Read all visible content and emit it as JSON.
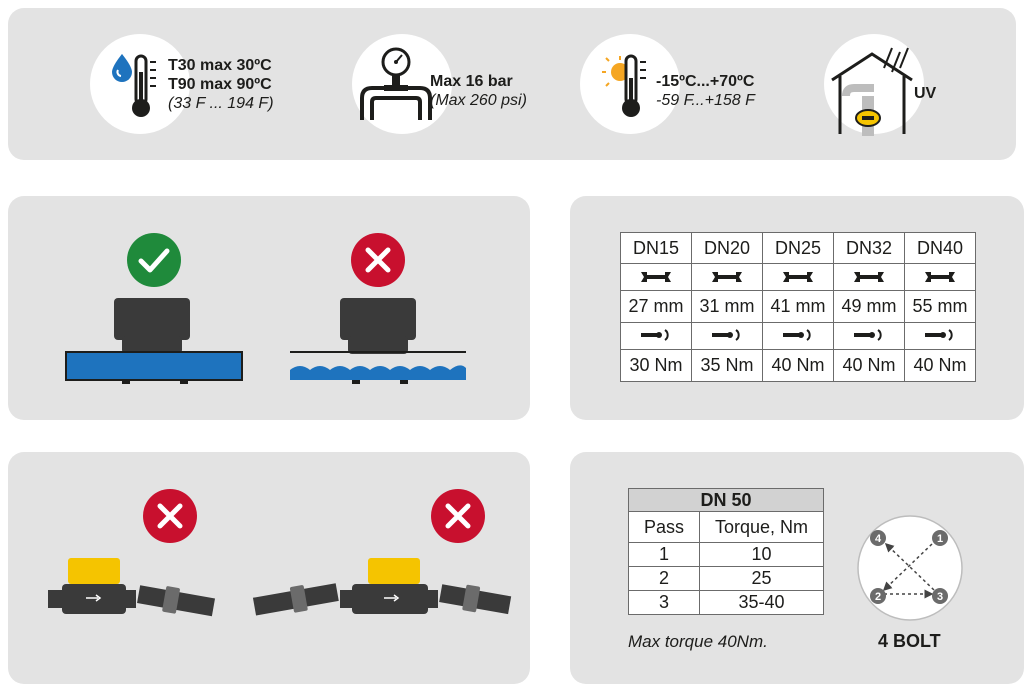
{
  "specs": {
    "temperature": {
      "line1": "T30 max 30ºC",
      "line2": "T90 max 90ºC",
      "line3": "(33 F ... 194 F)"
    },
    "pressure": {
      "line1": "Max 16 bar",
      "line2": "(Max 260 psi)"
    },
    "ambient": {
      "line1": "-15ºC...+70ºC",
      "line2": "-59 F...+158 F"
    },
    "uv": {
      "label": "UV"
    }
  },
  "size_table": {
    "headers": [
      "DN15",
      "DN20",
      "DN25",
      "DN32",
      "DN40"
    ],
    "wrench_sizes": [
      "27 mm",
      "31 mm",
      "41 mm",
      "49 mm",
      "55 mm"
    ],
    "torques": [
      "30 Nm",
      "35 Nm",
      "40 Nm",
      "40 Nm",
      "40 Nm"
    ]
  },
  "dn50_table": {
    "title": "DN 50",
    "col_pass": "Pass",
    "col_torque": "Torque, Nm",
    "rows": [
      {
        "pass": "1",
        "torque": "10"
      },
      {
        "pass": "2",
        "torque": "25"
      },
      {
        "pass": "3",
        "torque": "35-40"
      }
    ],
    "note": "Max torque 40Nm."
  },
  "bolt": {
    "label": "4 BOLT",
    "numbers": [
      "4",
      "1",
      "2",
      "3"
    ]
  },
  "colors": {
    "panel": "#e3e3e3",
    "ok_green": "#1f8a3b",
    "error_red": "#c8102e",
    "water_blue": "#1e73be",
    "meter_yellow": "#f5c400",
    "meter_dark": "#3a3a3a"
  }
}
